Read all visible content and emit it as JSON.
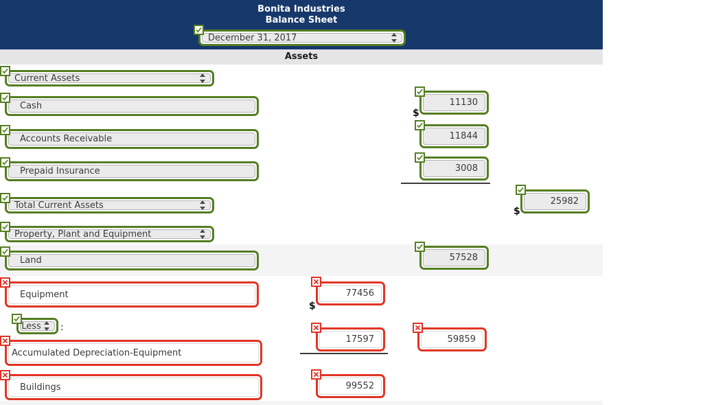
{
  "header": {
    "company": "Bonita Industries",
    "statement": "Balance Sheet",
    "date_value": "December 31, 2017",
    "section_title": "Assets"
  },
  "colors": {
    "header_bg": "#17386b",
    "section_bg": "#e5e5e5",
    "valid_border": "#557d22",
    "error_border": "#e03425",
    "input_bg": "#ebebeb",
    "row_stripe": "#f4f4f4"
  },
  "symbols": {
    "dollar": "$",
    "colon": ":",
    "check_icon": "check-icon",
    "error_icon": "x-icon",
    "stepper_icon": "updown-stepper-icon"
  },
  "rows": [
    {
      "label": "Current Assets",
      "status": "ok",
      "type": "select"
    },
    {
      "label": "Cash",
      "status": "ok",
      "type": "text",
      "amount": "11130",
      "amount_status": "ok",
      "dollar": true
    },
    {
      "label": "Accounts Receivable",
      "status": "ok",
      "type": "text",
      "amount": "11844",
      "amount_status": "ok"
    },
    {
      "label": "Prepaid Insurance",
      "status": "ok",
      "type": "text",
      "amount": "3008",
      "amount_status": "ok",
      "underline": true
    },
    {
      "label": "Total Current Assets",
      "status": "ok",
      "type": "select",
      "total": "25982",
      "total_status": "ok",
      "dollar": true
    },
    {
      "label": "Property, Plant and Equipment",
      "status": "ok",
      "type": "select"
    },
    {
      "label": "Land",
      "status": "ok",
      "type": "text",
      "amount": "57528",
      "amount_status": "ok",
      "striped": true
    },
    {
      "label": "Equipment",
      "status": "bad",
      "type": "text",
      "amount": "77456",
      "amount_status": "bad",
      "dollar": true
    },
    {
      "label": "Less",
      "status": "ok",
      "type": "select-small"
    },
    {
      "label": "Accumulated Depreciation-Equipment",
      "status": "bad",
      "type": "text",
      "amount": "17597",
      "amount_status": "bad",
      "total": "59859",
      "total_status": "bad",
      "underline": true
    },
    {
      "label": "Buildings",
      "status": "bad",
      "type": "text",
      "amount": "99552",
      "amount_status": "bad"
    }
  ]
}
